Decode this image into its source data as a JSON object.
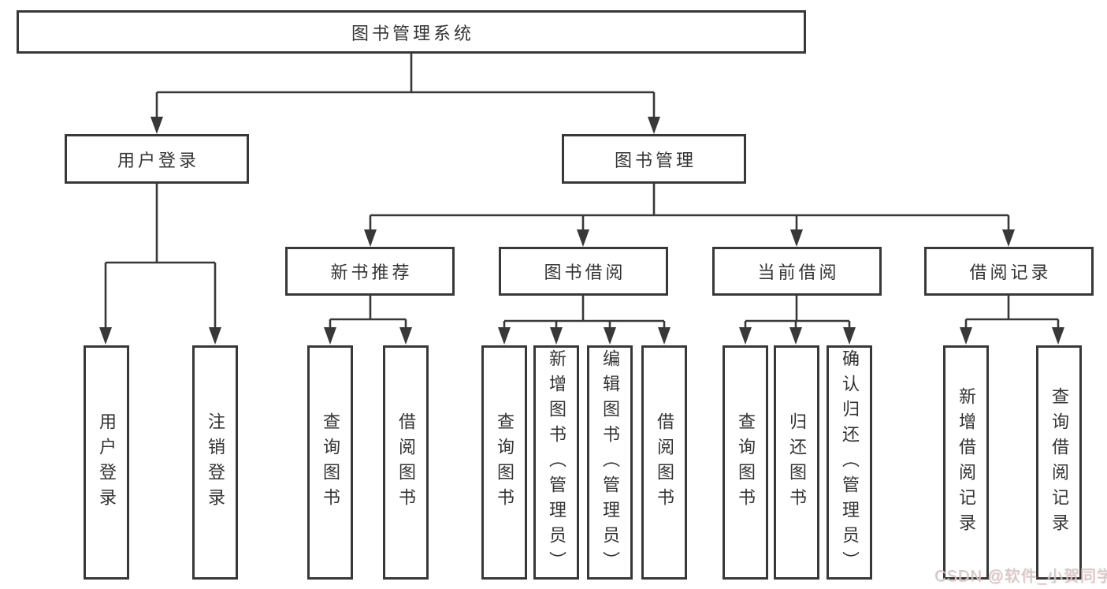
{
  "diagram": {
    "title": "图书管理系统",
    "level2": [
      {
        "label": "用户登录"
      },
      {
        "label": "图书管理"
      }
    ],
    "level3": [
      {
        "label": "新书推荐"
      },
      {
        "label": "图书借阅"
      },
      {
        "label": "当前借阅"
      },
      {
        "label": "借阅记录"
      }
    ],
    "leaf_groups": {
      "user_login": [
        "用户登录",
        "注销登录"
      ],
      "new_book_recommend": [
        "查询图书",
        "借阅图书"
      ],
      "book_borrow": [
        "查询图书",
        "新增图书（管理员）",
        "编辑图书（管理员）",
        "借阅图书"
      ],
      "current_borrow": [
        "查询图书",
        "归还图书",
        "确认归还（管理员）"
      ],
      "borrow_records": [
        "新增借阅记录",
        "查询借阅记录"
      ]
    }
  },
  "watermark": {
    "text": "CSDN @软件_小贺同学"
  },
  "colors": {
    "line": "#383838",
    "text": "#333333",
    "background": "#ffffff",
    "watermark": "#c9c9c9",
    "watermark_shadow": "#f4b5b5"
  }
}
